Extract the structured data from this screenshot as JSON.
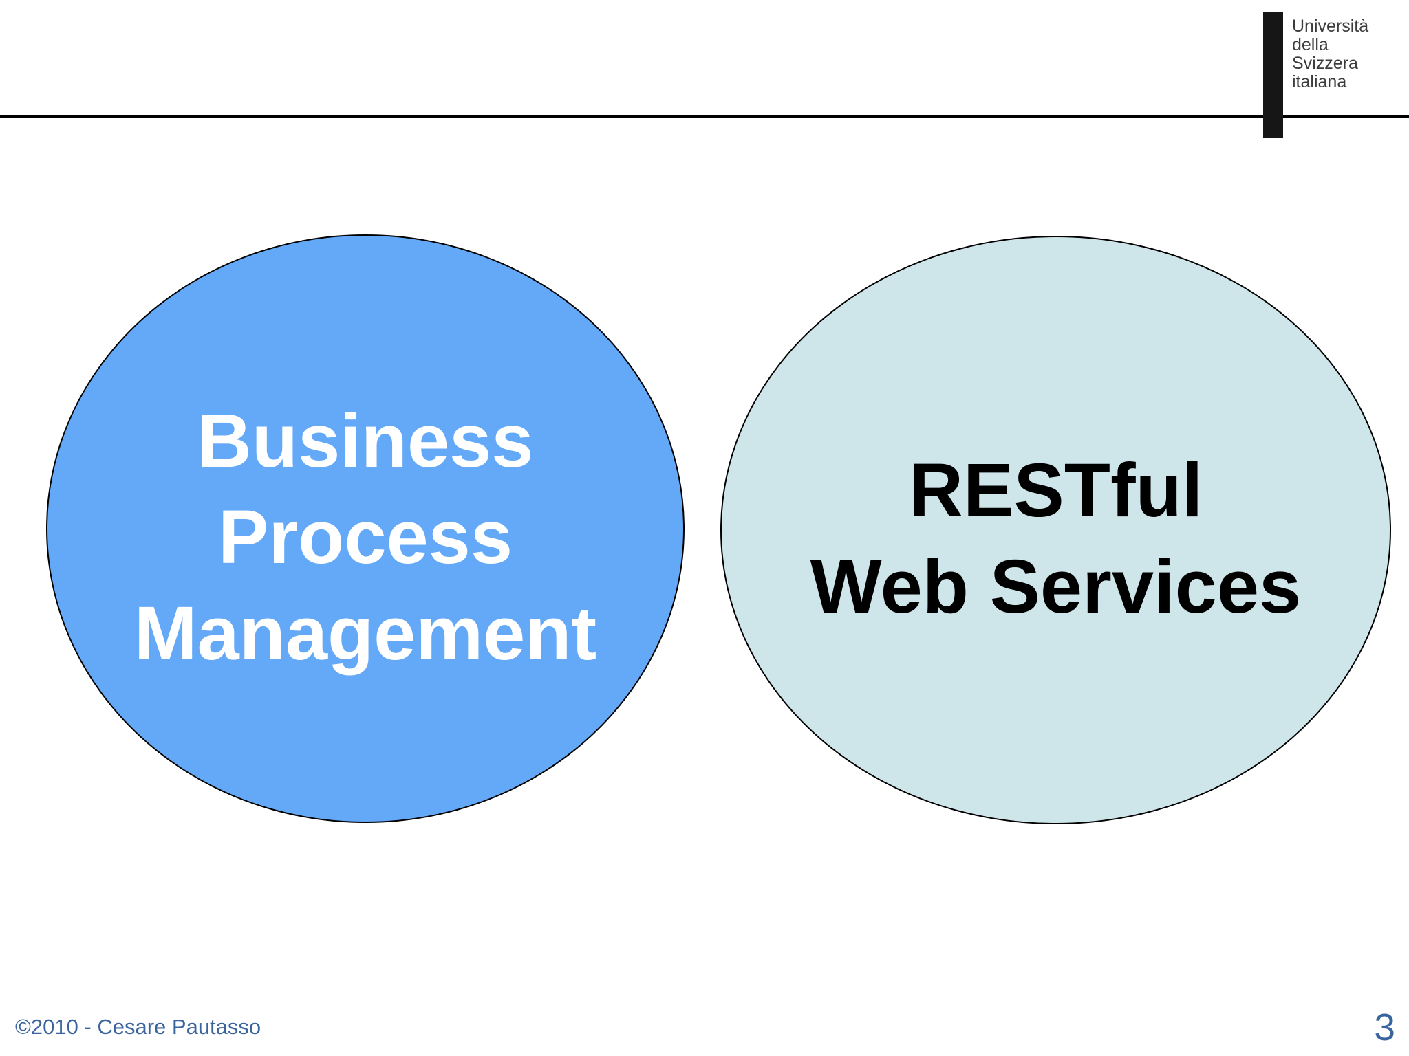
{
  "slide": {
    "header": {
      "logo": {
        "lines": [
          "Università",
          "della",
          "Svizzera",
          "italiana"
        ],
        "bar_color": "#161616",
        "text_color": "#3c3c3c"
      },
      "rule_color": "#000000"
    },
    "diagram": {
      "left_ellipse": {
        "label_lines": [
          "Business",
          "Process",
          "Management"
        ],
        "fill": "#64a9f7",
        "stroke": "#000000",
        "text_color": "#ffffff"
      },
      "right_ellipse": {
        "label_lines": [
          "RESTful",
          "Web Services"
        ],
        "fill": "#cee5ea",
        "stroke": "#000000",
        "text_color": "#000000"
      }
    },
    "footer": {
      "copyright": "©2010 - Cesare Pautasso",
      "page_number": "3",
      "text_color": "#3a649e"
    }
  }
}
